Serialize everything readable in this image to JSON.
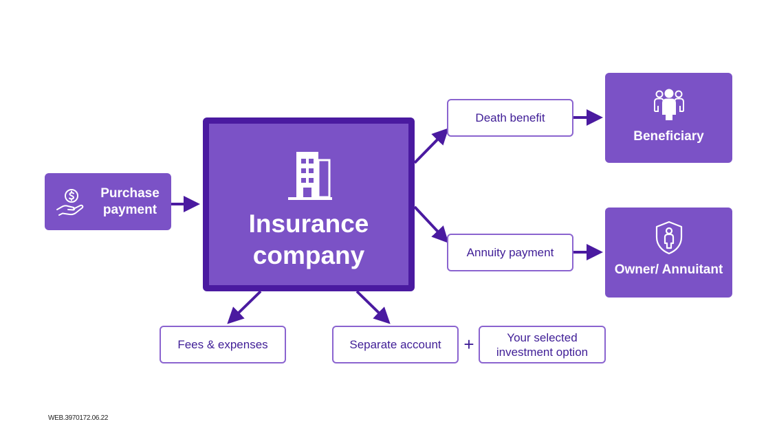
{
  "nodes": {
    "purchase": "Purchase payment",
    "company": "Insurance company",
    "death_benefit": "Death benefit",
    "annuity_payment": "Annuity payment",
    "beneficiary": "Beneficiary",
    "owner": "Owner/ Annuitant",
    "fees": "Fees & expenses",
    "separate_account": "Separate account",
    "plus": "+",
    "selected_option": "Your selected investment option"
  },
  "footer": {
    "code": "WEB.3970172.06.22"
  },
  "icons": {
    "purchase": "hand-dollar-icon",
    "company": "building-icon",
    "beneficiary": "people-group-icon",
    "owner": "shield-person-icon"
  },
  "colors": {
    "primary": "#7b52c6",
    "dark": "#4a1aa0",
    "text": "#3f1d96",
    "outline": "#8a63cf"
  }
}
